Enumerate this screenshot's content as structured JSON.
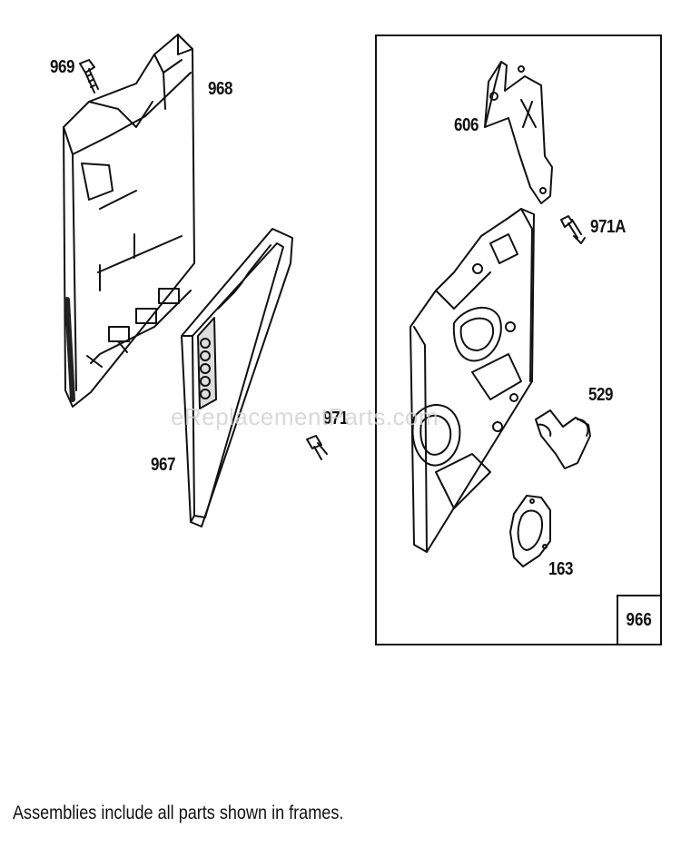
{
  "parts": {
    "p969": "969",
    "p968": "968",
    "p967": "967",
    "p971": "971",
    "p606": "606",
    "p971a": "971A",
    "p529": "529",
    "p163": "163"
  },
  "frame": {
    "label": "966"
  },
  "watermark": "eReplacementParts.com",
  "footer": "Assemblies include all parts shown in frames."
}
